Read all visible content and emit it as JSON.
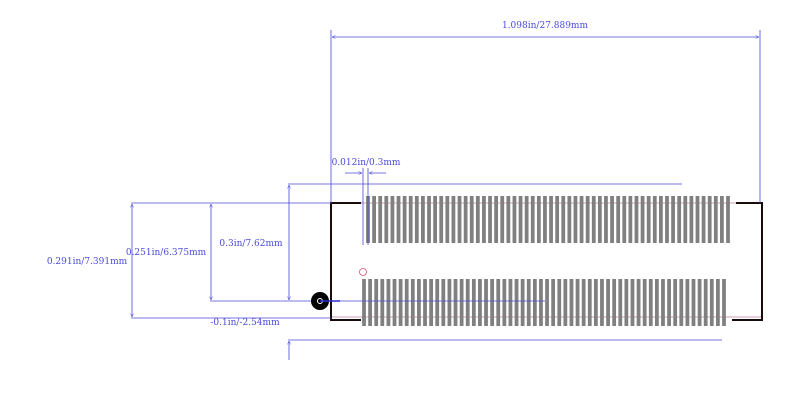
{
  "dimensions": {
    "overall_width": "1.098in/27.889mm",
    "pad_width": "0.012in/0.3mm",
    "row_pitch": "0.3in/7.62mm",
    "inner_height": "0.251in/6.375mm",
    "overall_height": "0.291in/7.391mm",
    "origin_offset": "-0.1in/-2.54mm"
  },
  "pads": {
    "top_row_count": 60,
    "bottom_row_count": 60
  },
  "colors": {
    "dimension": "#4a4ad8",
    "pad": "#808080",
    "outline": "#1a0a0a",
    "courtyard": "#a06080",
    "origin_marker": "#000000"
  }
}
